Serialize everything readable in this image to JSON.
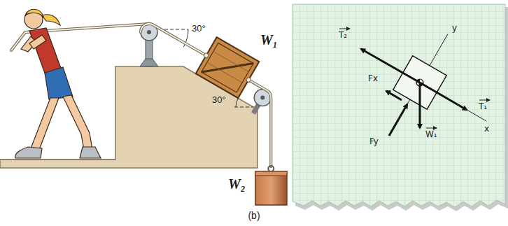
{
  "diagram": {
    "caption": "(b)",
    "labels": [
      "30°",
      "W₁",
      "30°",
      "W₂",
      "T₂",
      "y",
      "Fx",
      "Fy",
      "W₁",
      "T₁",
      "x"
    ]
  }
}
